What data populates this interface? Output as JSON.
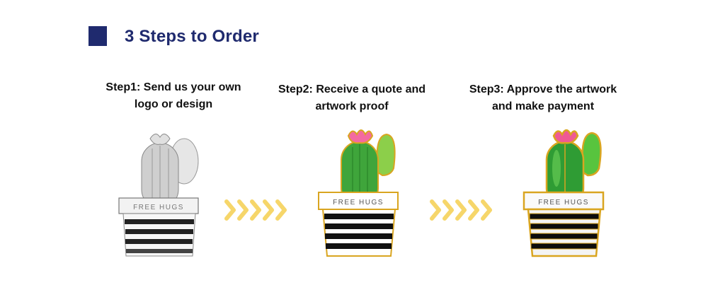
{
  "header": {
    "title": "3 Steps to Order",
    "accent_color": "#1f2a6e"
  },
  "steps": [
    {
      "line1": "Step1: Send us your own",
      "line2": "logo or design",
      "pot_text": "FREE HUGS"
    },
    {
      "line1": "Step2: Receive a quote and",
      "line2": "artwork proof",
      "pot_text": "FREE HUGS"
    },
    {
      "line1": "Step3: Approve the artwork",
      "line2": "and make payment",
      "pot_text": "FREE HUGS"
    }
  ],
  "colors": {
    "arrow": "#f6d66a",
    "cactus_green": "#3fa53b",
    "cactus_light": "#8ccf4a",
    "flower": "#f36aa0",
    "gold": "#d9a520",
    "stripe": "#111111"
  },
  "icons": [
    "cactus-sketch-icon",
    "cactus-pin-proof-icon",
    "cactus-enamel-pin-icon",
    "chevron-right-icon"
  ]
}
